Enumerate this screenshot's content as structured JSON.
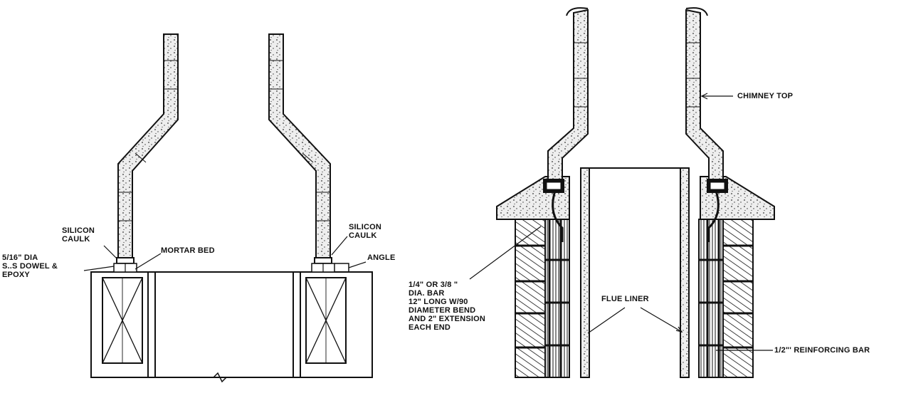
{
  "labels": {
    "silicon_caulk_left": [
      "SILICON",
      "CAULK"
    ],
    "mortar_bed": "MORTAR BED",
    "dowel": [
      "5/16\" DIA",
      "S..S DOWEL &",
      "EPOXY"
    ],
    "silicon_caulk_right": [
      "SILICON",
      "CAULK"
    ],
    "angle": "ANGLE",
    "chimney_top": "CHIMNEY TOP",
    "dia_bar": [
      "1/4\" OR 3/8 \"",
      "DIA. BAR",
      "12\" LONG W/90",
      "DIAMETER BEND",
      "AND 2\" EXTENSION",
      "EACH END"
    ],
    "flue_liner": "FLUE LINER",
    "reinforcing_bar": "1/2\"' REINFORCING BAR"
  },
  "colors": {
    "ink": "#111111",
    "concrete": "#e9e9e9"
  }
}
